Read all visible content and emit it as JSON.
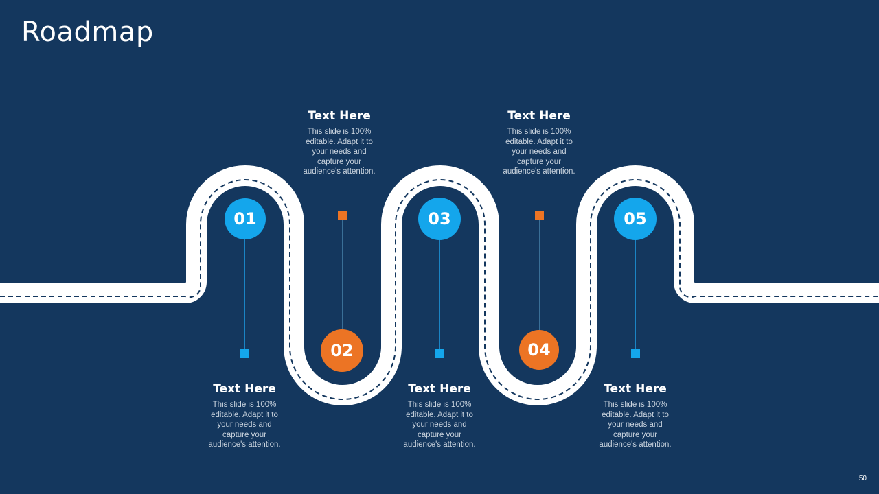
{
  "slide": {
    "title": "Roadmap",
    "page_number": "50"
  },
  "milestones": [
    {
      "number": "01",
      "color": "#14a6ec",
      "heading": "Text Here",
      "body": "This slide is 100%\neditable. Adapt it to\nyour needs and\ncapture your\naudience's attention."
    },
    {
      "number": "02",
      "color": "#ec7424",
      "heading": "Text Here",
      "body": "This slide is 100%\neditable. Adapt it to\nyour needs and\ncapture your\naudience's attention."
    },
    {
      "number": "03",
      "color": "#14a6ec",
      "heading": "Text Here",
      "body": "This slide is 100%\neditable. Adapt it to\nyour needs and\ncapture your\naudience's attention."
    },
    {
      "number": "04",
      "color": "#ec7424",
      "heading": "Text Here",
      "body": "This slide is 100%\neditable. Adapt it to\nyour needs and\ncapture your\naudience's attention."
    },
    {
      "number": "05",
      "color": "#14a6ec",
      "heading": "Text Here",
      "body": "This slide is 100%\neditable. Adapt it to\nyour needs and\ncapture your\naudience's attention."
    }
  ],
  "colors": {
    "background": "#14375e",
    "road": "#ffffff",
    "road_dash": "#14375e",
    "blue_accent": "#14a6ec",
    "orange_accent": "#ec7424"
  }
}
